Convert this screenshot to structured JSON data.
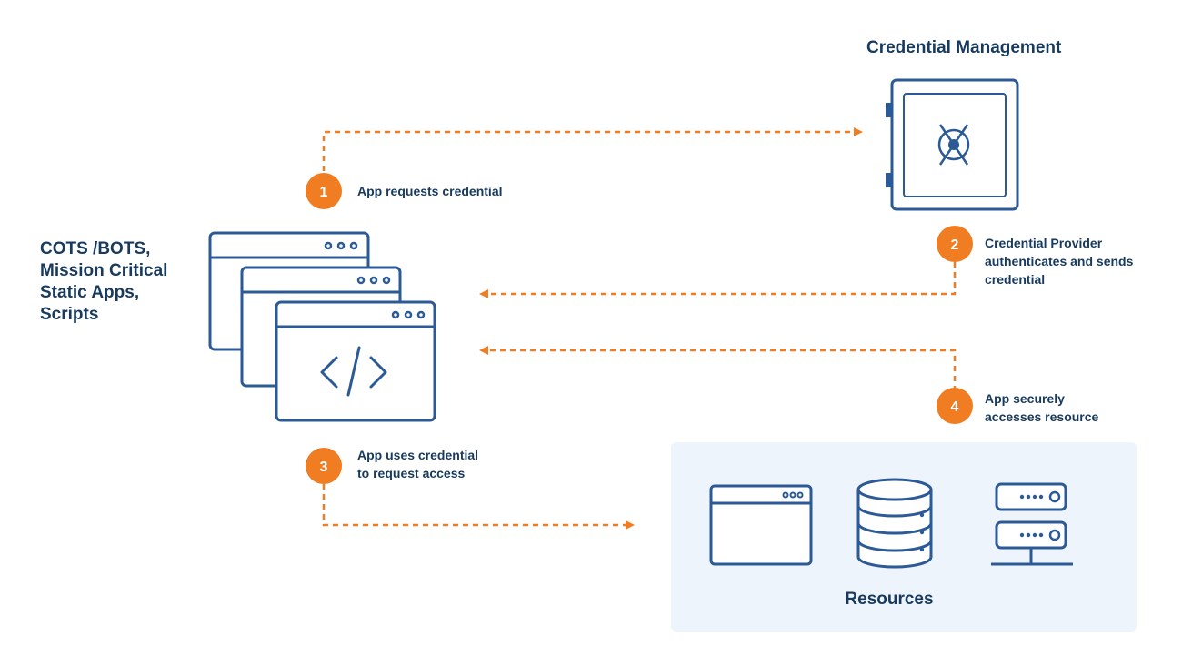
{
  "credential_management": {
    "title": "Credential Management"
  },
  "apps": {
    "label_lines": [
      "COTS /BOTS,",
      "Mission Critical",
      "Static Apps,",
      "Scripts"
    ]
  },
  "steps": [
    {
      "number": "1",
      "lines": [
        "App requests credential"
      ]
    },
    {
      "number": "2",
      "lines": [
        "Credential Provider",
        "authenticates and sends",
        "credential"
      ]
    },
    {
      "number": "3",
      "lines": [
        "App uses credential",
        "to request access"
      ]
    },
    {
      "number": "4",
      "lines": [
        "App securely",
        "accesses resource"
      ]
    }
  ],
  "resources": {
    "label": "Resources"
  },
  "colors": {
    "navy": "#2b5a96",
    "orange": "#f07d22",
    "text": "#173a5e",
    "panel": "#eef4fb"
  },
  "icons": [
    "browser-stack-icon",
    "code-icon",
    "vault-icon",
    "browser-window-icon",
    "database-icon",
    "server-icon"
  ]
}
